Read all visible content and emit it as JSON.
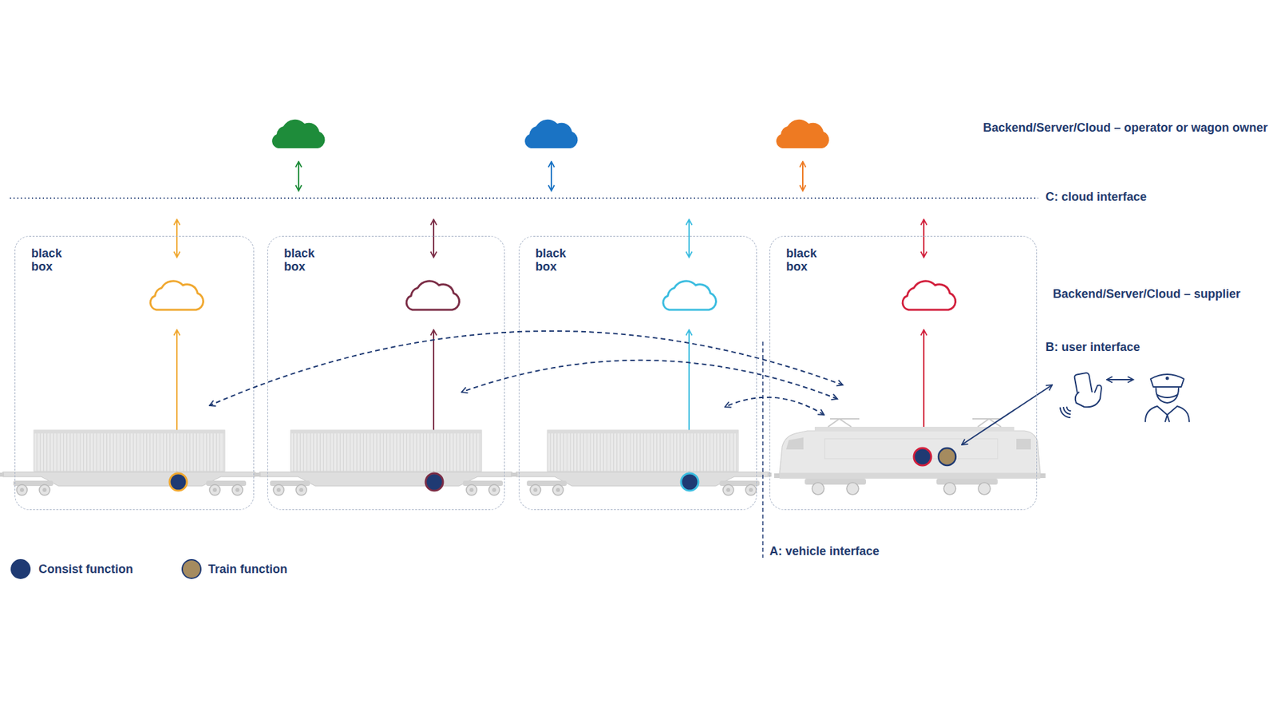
{
  "diagram": {
    "nodes": [
      {
        "text": [
          "black box"
        ]
      },
      {
        "text": [
          "black box"
        ]
      },
      {
        "text": [
          "black box"
        ]
      },
      {
        "text": [
          "black box"
        ]
      }
    ],
    "edges": [
      {
        "from": 3,
        "to": 0,
        "arrow": "both"
      },
      {
        "from": 3,
        "to": 1,
        "arrow": "both"
      },
      {
        "from": 3,
        "to": 2,
        "arrow": "both"
      }
    ],
    "labels": [
      "Backend/Server/Cloud – operator or wagon owner",
      "C: cloud interface",
      "Backend/Server/Cloud – supplier",
      "B: user interface",
      "A: vehicle interface"
    ],
    "legend": [
      {
        "text": "Consist function",
        "color": "#1f3a73"
      },
      {
        "text": "Train function",
        "color": "#a58b5f"
      }
    ]
  }
}
